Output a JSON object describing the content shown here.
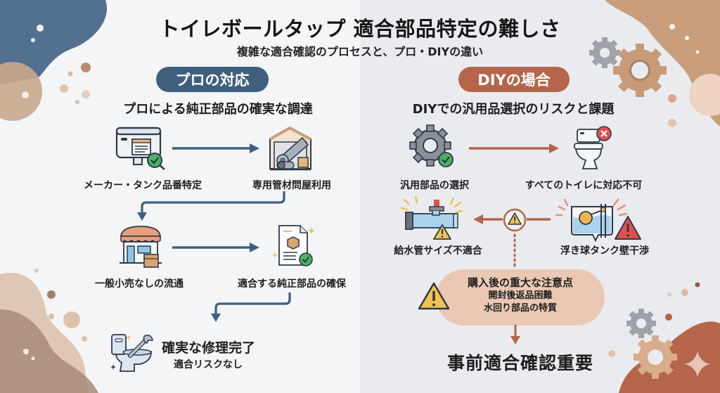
{
  "header": {
    "title": "トイレボールタップ 適合部品特定の難しさ",
    "subtitle": "複雑な適合確認のプロセスと、プロ・DIYの違い"
  },
  "pro": {
    "badge": "プロの対応",
    "heading": "プロによる純正部品の確実な調達",
    "steps": [
      {
        "label": "メーカー・タンク品番特定",
        "icon": "tank-search-icon"
      },
      {
        "label": "専用管材問屋利用",
        "icon": "pipe-warehouse-icon"
      },
      {
        "label": "一般小売なしの流通",
        "icon": "store-icon"
      },
      {
        "label": "適合する純正部品の確保",
        "icon": "document-check-icon"
      }
    ],
    "result": {
      "title": "確実な修理完了",
      "subtitle": "適合リスクなし",
      "icon": "toilet-wrench-icon"
    }
  },
  "diy": {
    "badge": "DIYの場合",
    "heading": "DIYでの汎用品選択のリスクと課題",
    "steps": [
      {
        "label": "汎用部品の選択",
        "icon": "gear-check-icon"
      },
      {
        "label": "すべてのトイレに対応不可",
        "icon": "toilet-cross-icon"
      },
      {
        "label": "給水管サイズ不適合",
        "icon": "pipe-warning-icon"
      },
      {
        "label": "浮き球タンク壁干渉",
        "icon": "float-ball-warning-icon"
      }
    ],
    "caution": {
      "title": "購入後の重大な注意点",
      "lines": [
        "開封後返品困難",
        "水回り部品の特質"
      ]
    },
    "conclusion": "事前適合確認重要"
  },
  "colors": {
    "pro_accent": "#3f5f7f",
    "diy_accent": "#b5654a",
    "check_green": "#4caf6a",
    "warn_yellow": "#f2c14e",
    "error_red": "#e05050"
  }
}
